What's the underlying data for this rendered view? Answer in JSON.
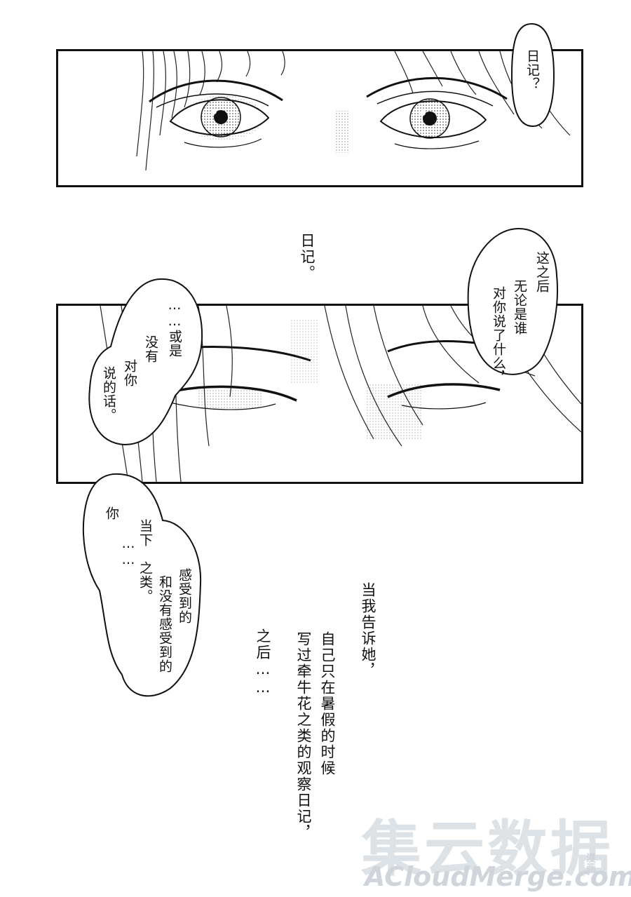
{
  "panel1": {
    "bubble_text": "日记？"
  },
  "narration1": "日记。",
  "panel2": {
    "bubble_right": [
      "这之后",
      "无论是谁",
      "对你说了什么，"
    ],
    "bubble_left": [
      "……或是",
      "没有",
      "对你",
      "说的话。"
    ]
  },
  "bubble_lower": [
    "你",
    "……",
    "当下",
    "之类。",
    "感受到的",
    "和没有感受到的"
  ],
  "narration2": [
    "当我告诉她，",
    "自己只在暑假的时候",
    "写过牵牛花之类的观察日记，",
    "之后……"
  ],
  "watermark": {
    "cn": "集云数据",
    "en": "ACloudMerge.com",
    "small": "漫画"
  }
}
